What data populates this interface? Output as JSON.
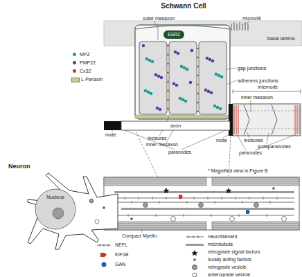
{
  "diagram": {
    "title": "Schwann Cell",
    "nodes": [
      {
        "text": [
          "Neuron"
        ]
      },
      {
        "text": [
          "Nucleus"
        ],
        "in": 0
      },
      {
        "text": [
          "EGR2"
        ]
      },
      {
        "text": [
          "axon"
        ]
      }
    ],
    "labels": [
      "outer mesaxon",
      "microvilli",
      "basal lamina",
      "gap junctions",
      "adherens junctions",
      "internode",
      "inner mesaxon",
      "node",
      "incisures",
      "juxtaparanodes",
      "paranodes",
      "node",
      "incisures",
      "inner mesaxon",
      "paranodes",
      "* Magnified view in Figure B",
      "Compact Myelin"
    ],
    "legend": [
      {
        "text": "MPZ",
        "color": "#1a9e8f"
      },
      {
        "text": "PMP22",
        "color": "#5b3f9e"
      },
      {
        "text": "Cx32",
        "color": "#c0392b"
      },
      {
        "text": "L-Periaxin",
        "color": "#c9c98a"
      },
      {
        "text": "NEFL"
      },
      {
        "text": "KIF1B"
      },
      {
        "text": "GAN"
      },
      {
        "text": "neurofilament"
      },
      {
        "text": "microtubule"
      },
      {
        "text": "retrograde signal factors"
      },
      {
        "text": "locally acting factors"
      },
      {
        "text": "retrograde vesicle"
      },
      {
        "text": "anterograde vesicle"
      }
    ]
  }
}
